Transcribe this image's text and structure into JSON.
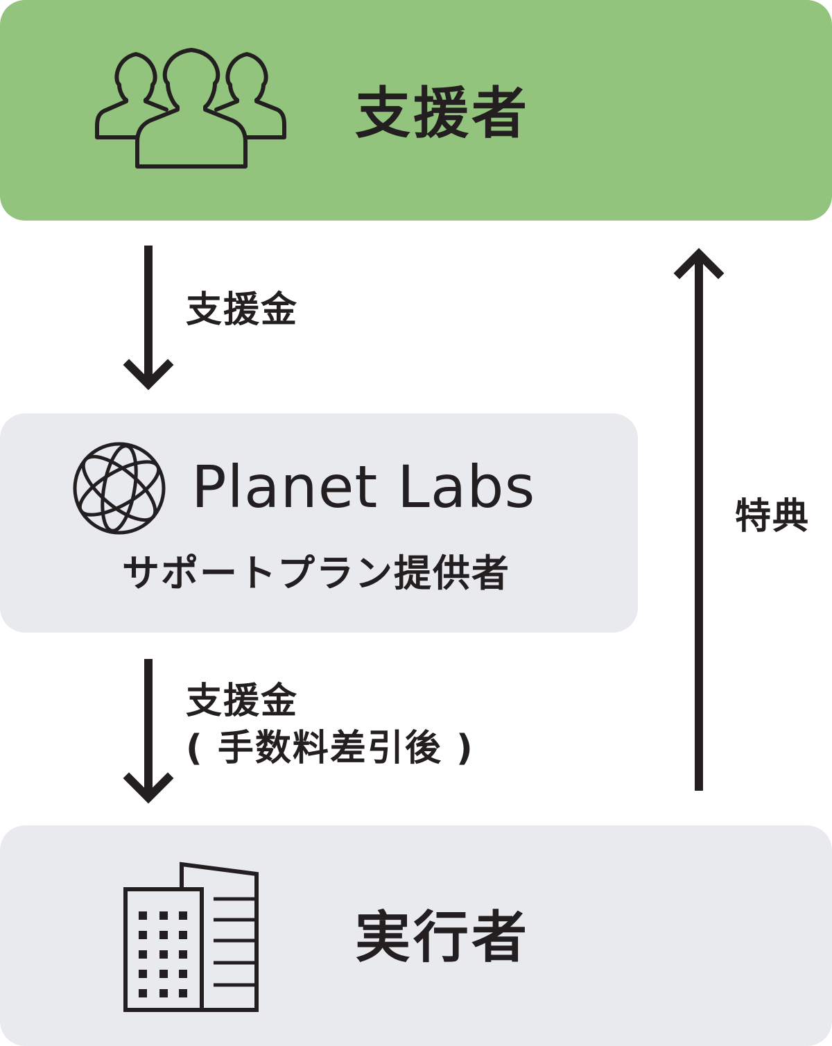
{
  "supporter_box": {
    "title": "支援者",
    "icon": "people-group-icon",
    "background": "#93c47d"
  },
  "provider_box": {
    "brand": "Planet Labs",
    "subtitle": "サポートプラン提供者",
    "icon": "planet-labs-logo-icon",
    "background": "#e9eaee"
  },
  "executor_box": {
    "title": "実行者",
    "icon": "office-building-icon",
    "background": "#e9eaee"
  },
  "flows": {
    "first_down_label": "支援金",
    "second_down_label_line1": "支援金",
    "second_down_label_line2": "( 手数料差引後 )",
    "up_label": "特典"
  }
}
